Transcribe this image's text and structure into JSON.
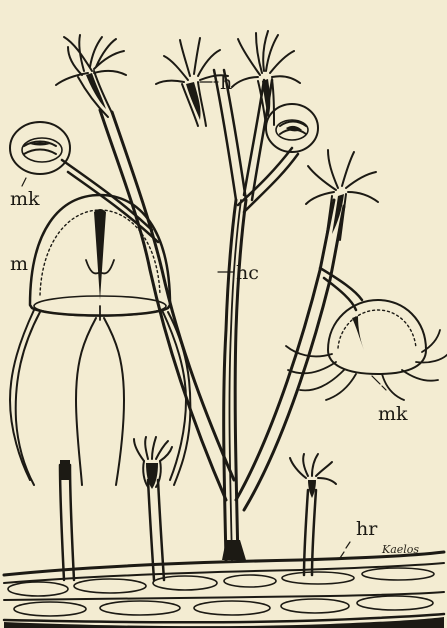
{
  "figure": {
    "labels": {
      "h": "h",
      "hc": "hc",
      "mk_left": "mk",
      "m": "m",
      "mk_right": "mk",
      "hr": "hr"
    },
    "signature": "Kaelos"
  },
  "colors": {
    "paper": "#f3ecd2",
    "ink": "#1c1a14"
  }
}
